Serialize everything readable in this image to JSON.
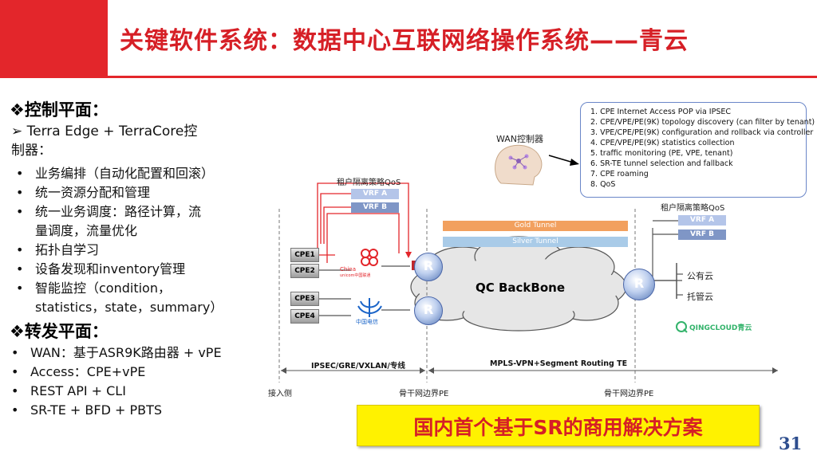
{
  "title": "关键软件系统：数据中心互联网络操作系统——青云",
  "left": {
    "control_heading": "❖控制平面：",
    "control_sub_line1": "➢ Terra Edge + TerraCore控",
    "control_sub_line2": "制器：",
    "control_bullets": [
      "业务编排（自动化配置和回滚）",
      "统一资源分配和管理",
      "统一业务调度：路径计算，流",
      "量调度，流量优化",
      "拓扑自学习",
      "设备发现和inventory管理",
      "智能监控（condition，",
      "statistics，state，summary）"
    ],
    "forward_heading": "❖转发平面：",
    "forward_bullets": [
      "WAN：基于ASR9K路由器 + vPE",
      "Access：CPE+vPE",
      "REST API + CLI",
      "SR-TE + BFD + PBTS"
    ]
  },
  "diagram": {
    "wan_controller_label": "WAN控制器",
    "capabilities": [
      "1.  CPE Internet Access POP via IPSEC",
      "2.  CPE/VPE/PE(9K) topology discovery (can filter by tenant)",
      "3.  VPE/CPE/PE(9K) configuration and rollback via controller",
      "4.  CPE/VPE/PE(9K) statistics collection",
      "5.  traffic monitoring (PE, VPE, tenant)",
      "6.  SR-TE tunnel selection and fallback",
      "7.  CPE roaming",
      "8.  QoS"
    ],
    "qos_label_left": "租户隔离策略QoS",
    "qos_label_right": "租户隔离策略QoS",
    "vrf_a": "VRF A",
    "vrf_b": "VRF B",
    "cpe_labels": [
      "CPE1",
      "CPE2",
      "CPE3",
      "CPE4"
    ],
    "router_letter": "R",
    "gold_tunnel": "Gold Tunnel",
    "silver_tunnel": "Silver Tunnel",
    "backbone": "QC BackBone",
    "public_cloud": "公有云",
    "hosted_cloud": "托管云",
    "qingcloud_logo": "QINGCLOUD青云",
    "unicom_logo_cn": "China",
    "unicom_logo_sub": "unicom中国联通",
    "telecom_logo": "中国电信",
    "segment_left": "IPSEC/GRE/VXLAN/专线",
    "segment_right": "MPLS-VPN+Segment Routing TE",
    "access_side": "接入侧",
    "backbone_pe_left": "骨干网边界PE",
    "backbone_pe_right": "骨干网边界PE",
    "colors": {
      "accent_red": "#e3262b",
      "gold_tunnel": "#f2a05e",
      "silver_tunnel": "#a9cbe8",
      "banner_yellow": "#fff200"
    }
  },
  "banner": "国内首个基于SR的商用解决方案",
  "page_number": "31"
}
